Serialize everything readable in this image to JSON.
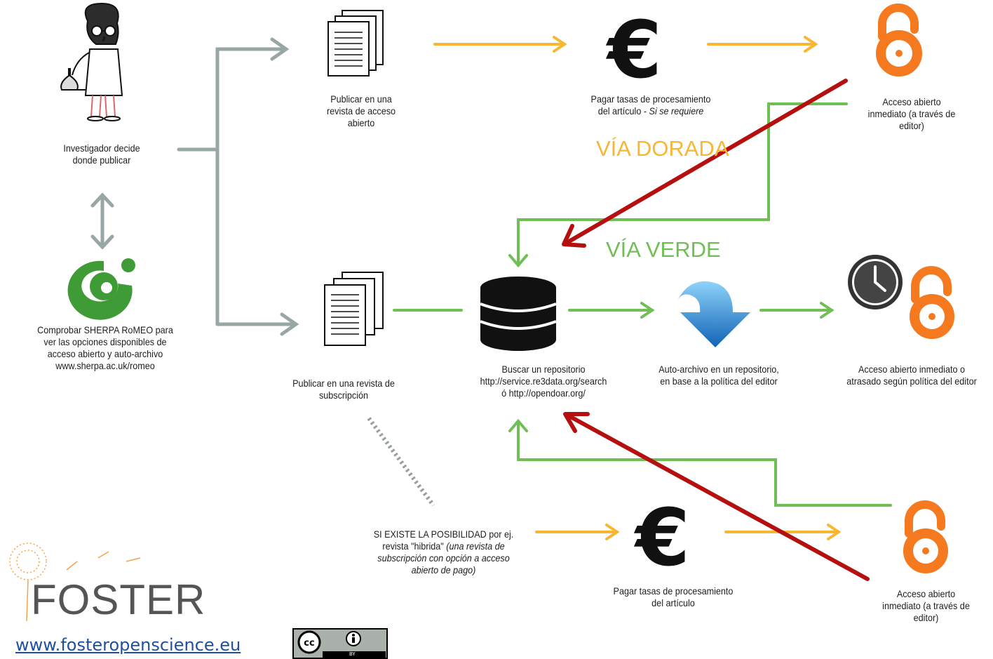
{
  "colors": {
    "green": "#6fbf55",
    "gold": "#f7b733",
    "grey": "#99a6a6",
    "red": "#b50f0f",
    "oa_orange": "#f4791f",
    "romeo_green": "#3f9b35"
  },
  "nodes": {
    "researcher": {
      "label_l1": "Investigador decide",
      "label_l2": "donde publicar"
    },
    "romeo": {
      "label_l1": "Comprobar SHERPA RoMEO para",
      "label_l2": "ver las opciones disponibles de",
      "label_l3": "acceso abierto y auto-archivo",
      "label_l4": "www.sherpa.ac.uk/romeo"
    },
    "oa_journal": {
      "label_l1": "Publicar en una",
      "label_l2": "revista de acceso",
      "label_l3": "abierto"
    },
    "apc_top": {
      "label_l1": "Pagar tasas de procesamiento",
      "label_l2a": "del artículo - ",
      "label_l2b": "Si se requiere"
    },
    "oa_top": {
      "label_l1": "Acceso abierto",
      "label_l2": "inmediato (a través de",
      "label_l3": "editor)"
    },
    "sub_journal": {
      "label_l1": "Publicar en una revista de",
      "label_l2": "subscripción"
    },
    "repository": {
      "label_l1": "Buscar un repositorio",
      "label_l2": "http://service.re3data.org/search",
      "label_l3": "ó http://opendoar.org/"
    },
    "self_archive": {
      "label_l1": "Auto-archivo en un repositorio,",
      "label_l2": "en base a la política del editor"
    },
    "oa_delayed": {
      "label_l1": "Acceso abierto inmediato o",
      "label_l2": "atrasado según política del editor"
    },
    "hybrid": {
      "label_l1": "SI EXISTE LA POSIBILIDAD por ej.",
      "label_l2a": "revista \"hibrida\" ",
      "label_l2b": "(una revista de",
      "label_l3": "subscripción con opción a acceso",
      "label_l4": "abierto de pago)"
    },
    "apc_bottom": {
      "label_l1": "Pagar tasas de procesamiento",
      "label_l2": "del artículo"
    },
    "oa_bottom": {
      "label_l1": "Acceso abierto",
      "label_l2": "inmediato (a través de",
      "label_l3": "editor)"
    }
  },
  "routes": {
    "gold": "VÍA DORADA",
    "green": "VÍA VERDE"
  },
  "branding": {
    "name": "FOSTER",
    "url": "www.fosteropenscience.eu",
    "license": "BY"
  }
}
